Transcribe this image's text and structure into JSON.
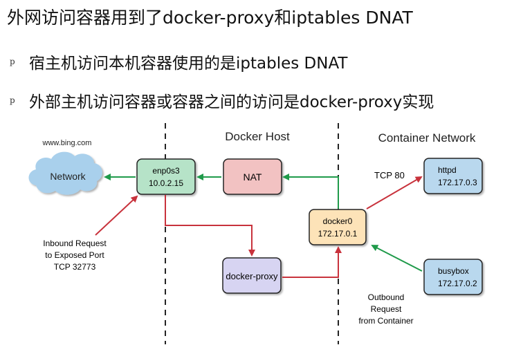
{
  "header": {
    "title": "外网访问容器用到了docker-proxy和iptables DNAT",
    "bullets": [
      {
        "mark": "p",
        "text": "宿主机访问本机容器使用的是iptables DNAT"
      },
      {
        "mark": "p",
        "text": "外部主机访问容器或容器之间的访问是docker-proxy实现"
      }
    ]
  },
  "diagram": {
    "zones": {
      "docker_host": "Docker Host",
      "container_network": "Container Network"
    },
    "external": {
      "domain": "www.bing.com",
      "network": "Network"
    },
    "nodes": {
      "enp0s3": {
        "name": "enp0s3",
        "ip": "10.0.2.15",
        "color": "#b6e3c8"
      },
      "nat": {
        "name": "NAT",
        "color": "#f2c2c2"
      },
      "docker_proxy": {
        "name": "docker-proxy",
        "color": "#d7d4f2"
      },
      "docker0": {
        "name": "docker0",
        "ip": "172.17.0.1",
        "color": "#fde3b8"
      },
      "httpd": {
        "name": "httpd",
        "ip": "172.17.0.3",
        "color": "#b9d8ee"
      },
      "busybox": {
        "name": "busybox",
        "ip": "172.17.0.2",
        "color": "#b9d8ee"
      }
    },
    "labels": {
      "tcp80": "TCP 80",
      "inbound": [
        "Inbound Request",
        "to Exposed Port",
        "TCP 32773"
      ],
      "outbound": [
        "Outbound",
        "Request",
        "from Container"
      ]
    },
    "colors": {
      "inbound_arrow": "#c8323c",
      "outbound_arrow": "#1f9a4a",
      "cloud": "#a9d0ec"
    }
  }
}
